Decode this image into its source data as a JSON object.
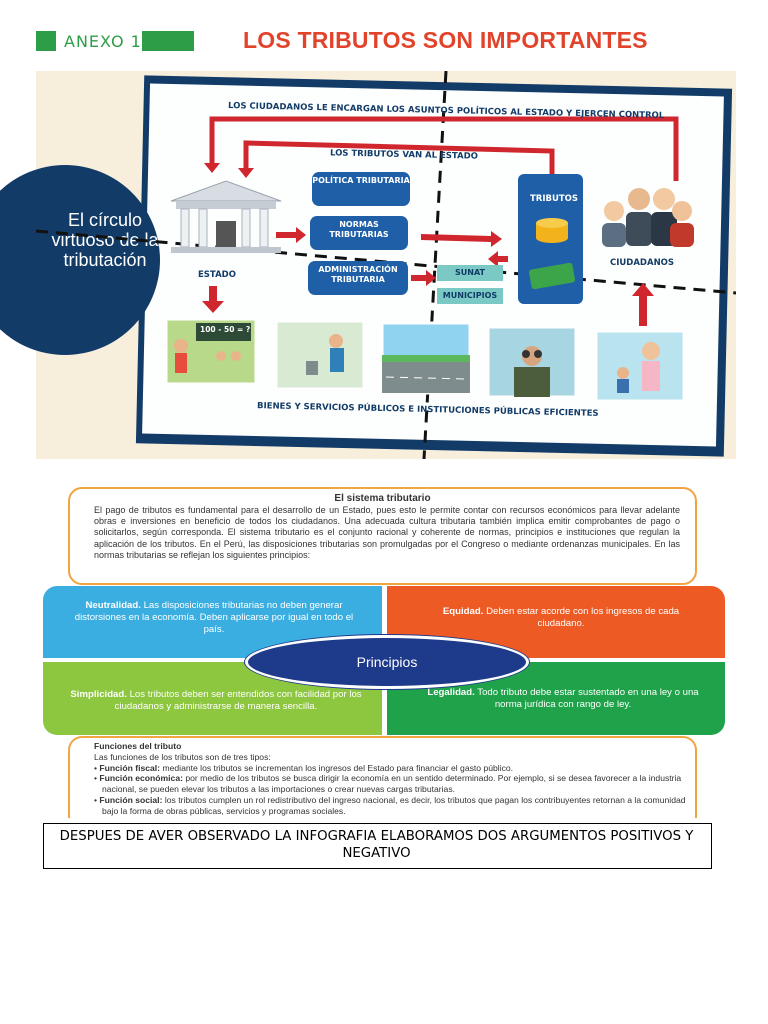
{
  "header": {
    "annex_label": "ANEXO 1",
    "title": "LOS TRIBUTOS SON IMPORTANTES",
    "accent_color": "#2e9d47",
    "title_color": "#e2432b"
  },
  "infographic": {
    "circle_title": "El círculo virtuoso de la tributación",
    "top_caption": "LOS CIUDADANOS LE ENCARGAN LOS ASUNTOS POLÍTICOS AL ESTADO Y EJERCEN CONTROL",
    "second_caption": "LOS TRIBUTOS VAN AL ESTADO",
    "state_label": "ESTADO",
    "boxes": [
      "POLÍTICA TRIBUTARIA",
      "NORMAS TRIBUTARIAS",
      "ADMINISTRACIÓN TRIBUTARIA"
    ],
    "agencies": [
      "SUNAT",
      "MUNICIPIOS"
    ],
    "taxes_label": "TRIBUTOS",
    "citizens_label": "CIUDADANOS",
    "classroom_board": "100 - 50 = ?",
    "bottom_caption": "BIENES Y SERVICIOS PÚBLICOS E INSTITUCIONES PÚBLICAS EFICIENTES"
  },
  "system": {
    "heading": "El sistema tributario",
    "paragraph": "El pago de tributos es fundamental para el desarrollo de un Estado, pues esto le permite contar con recursos económicos para llevar adelante obras e inversiones en beneficio de todos los ciudadanos. Una adecuada cultura tributaria también implica emitir comprobantes de pago o solicitarlos, según corresponda. El sistema tributario es el conjunto racional y coherente de normas, principios e instituciones que regulan la aplicación de los tributos. En el Perú, las disposiciones tributarias son promulgadas por el Congreso o mediante ordenanzas municipales. En las normas tributarias se reflejan los siguientes principios:"
  },
  "principles": {
    "center": "Principios",
    "neutralidad_title": "Neutralidad.",
    "neutralidad_text": "Las disposiciones tributarias no deben generar distorsiones en la economía. Deben aplicarse por igual en todo el país.",
    "equidad_title": "Equidad.",
    "equidad_text": "Deben estar acorde con los ingresos de cada ciudadano.",
    "simplicidad_title": "Simplicidad.",
    "simplicidad_text": "Los tributos deben ser entendidos con facilidad por los ciudadanos y administrarse de manera sencilla.",
    "legalidad_title": "Legalidad.",
    "legalidad_text": "Todo tributo debe estar sustentado en una ley o una norma jurídica con rango de ley.",
    "colors": {
      "neutralidad": "#3aaee0",
      "equidad": "#ee5a24",
      "simplicidad": "#8dc63f",
      "legalidad": "#1fa24a",
      "center": "#1e3a8a"
    }
  },
  "functions": {
    "heading": "Funciones del tributo",
    "intro": "Las funciones de los tributos son de tres tipos:",
    "items": [
      {
        "bullet": "•",
        "title": "Función fiscal:",
        "text": "mediante los tributos se incrementan los ingresos del Estado para financiar el gasto público."
      },
      {
        "bullet": "•",
        "title": "Función económica:",
        "text": "por medio de los tributos se busca dirigir la economía en un sentido determinado. Por ejemplo, si se desea favorecer a la industria nacional, se pueden elevar los tributos a las importaciones o crear nuevas cargas tributarias."
      },
      {
        "bullet": "•",
        "title": "Función social:",
        "text": "los tributos cumplen un rol redistributivo del ingreso nacional, es decir, los tributos que pagan los contribuyentes retornan a la comunidad bajo la forma de obras públicas, servicios y programas sociales."
      }
    ]
  },
  "task": {
    "text": "DESPUES DE AVER OBSERVADO LA INFOGRAFIA ELABORAMOS DOS ARGUMENTOS POSITIVOS Y NEGATIVO"
  }
}
